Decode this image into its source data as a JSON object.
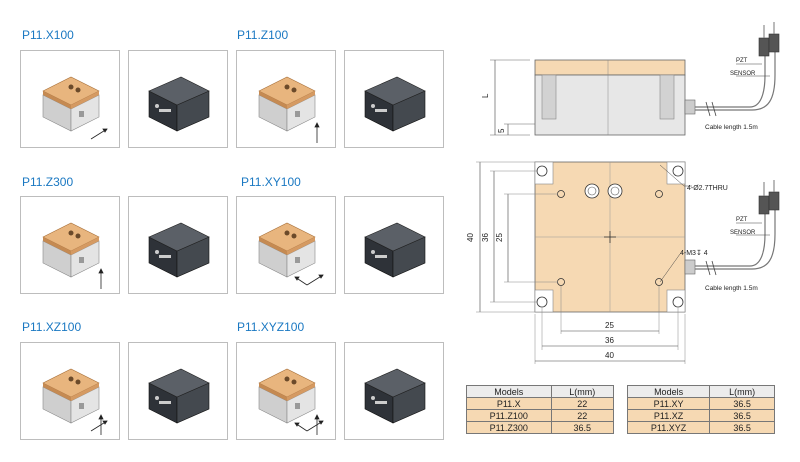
{
  "models": [
    {
      "name": "P11.X100",
      "arrow": "x"
    },
    {
      "name": "P11.Z100",
      "arrow": "z"
    },
    {
      "name": "P11.Z300",
      "arrow": "z"
    },
    {
      "name": "P11.XY100",
      "arrow": "xy"
    },
    {
      "name": "P11.XZ100",
      "arrow": "xz"
    },
    {
      "name": "P11.XYZ100",
      "arrow": "xyz"
    }
  ],
  "drawing": {
    "dim_L": "L",
    "dim_5": "5",
    "pzt": "PZT",
    "sensor": "SENSOR",
    "cable": "Cable length 1.5m",
    "thru_hole": "4-Ø2.7THRU",
    "tap_hole": "4-M3↧ 4",
    "dim_40": "40",
    "dim_36": "36",
    "dim_25": "25"
  },
  "tables": [
    {
      "headers": [
        "Models",
        "L(mm)"
      ],
      "rows": [
        [
          "P11.X",
          "22"
        ],
        [
          "P11.Z100",
          "22"
        ],
        [
          "P11.Z300",
          "36.5"
        ]
      ]
    },
    {
      "headers": [
        "Models",
        "L(mm)"
      ],
      "rows": [
        [
          "P11.XY",
          "36.5"
        ],
        [
          "P11.XZ",
          "36.5"
        ],
        [
          "P11.XYZ",
          "36.5"
        ]
      ]
    }
  ],
  "colors": {
    "label": "#1a78c2",
    "plate": "#f6d9b3",
    "header": "#ececec"
  }
}
